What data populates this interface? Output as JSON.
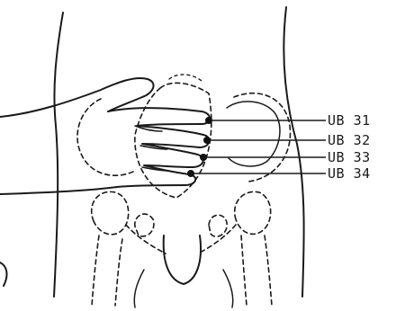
{
  "diagram": {
    "points": [
      {
        "id": "ub31",
        "label": "UB 31"
      },
      {
        "id": "ub32",
        "label": "UB 32"
      },
      {
        "id": "ub33",
        "label": "UB 33"
      },
      {
        "id": "ub34",
        "label": "UB 34"
      }
    ]
  }
}
